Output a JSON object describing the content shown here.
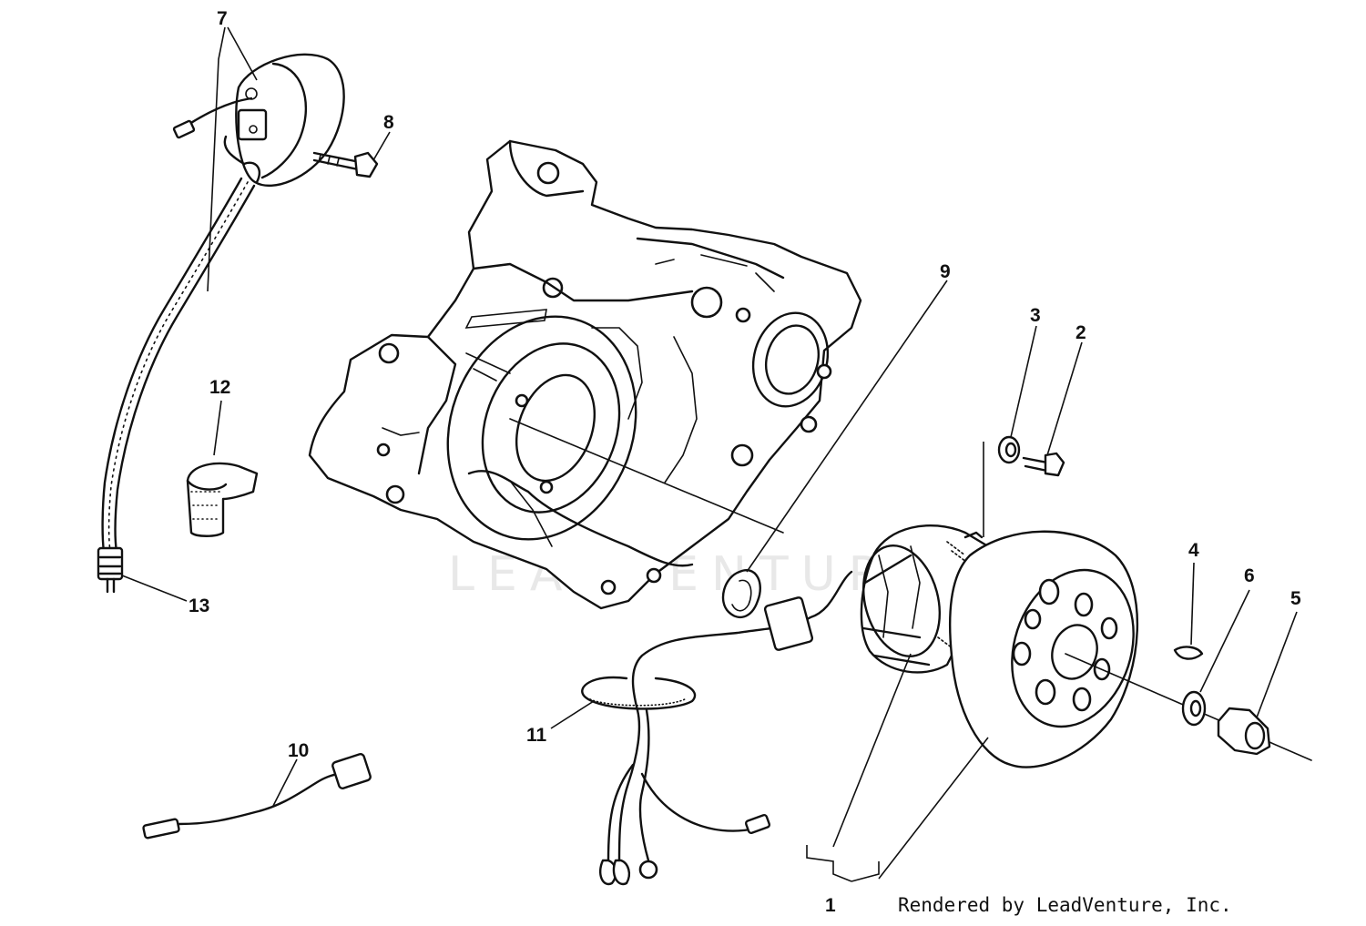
{
  "diagram": {
    "watermark": "LEADVENTURE",
    "credit": "Rendered by LeadVenture, Inc.",
    "callouts": [
      "1",
      "2",
      "3",
      "4",
      "5",
      "6",
      "7",
      "8",
      "9",
      "10",
      "11",
      "12",
      "13"
    ]
  }
}
